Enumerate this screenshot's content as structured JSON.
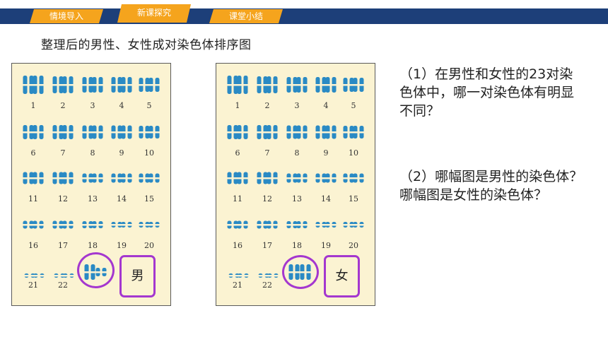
{
  "nav": {
    "tabs": [
      {
        "label": "情境导入"
      },
      {
        "label": "新课探究"
      },
      {
        "label": "课堂小结"
      }
    ]
  },
  "page_title": "整理后的男性、女性成对染色体排序图",
  "karyotype_male": {
    "numbers": [
      "1",
      "2",
      "3",
      "4",
      "5",
      "6",
      "7",
      "8",
      "9",
      "10",
      "11",
      "12",
      "13",
      "14",
      "15",
      "16",
      "17",
      "18",
      "19",
      "20",
      "21",
      "22"
    ],
    "sex_label": "男"
  },
  "karyotype_female": {
    "numbers": [
      "1",
      "2",
      "3",
      "4",
      "5",
      "6",
      "7",
      "8",
      "9",
      "10",
      "11",
      "12",
      "13",
      "14",
      "15",
      "16",
      "17",
      "18",
      "19",
      "20",
      "21",
      "22"
    ],
    "sex_label": "女"
  },
  "questions": {
    "q1": "（1）在男性和女性的23对染色体中，哪一对染色体有明显不同？",
    "q2": "（2）哪幅图是男性的染色体？哪幅图是女性的染色体？"
  },
  "colors": {
    "nav_bar": "#1d3f79",
    "tab": "#f5a41d",
    "chromosome": "#2a8ac4",
    "highlight": "#a437cf",
    "panel_bg": "#fbf3d2"
  }
}
